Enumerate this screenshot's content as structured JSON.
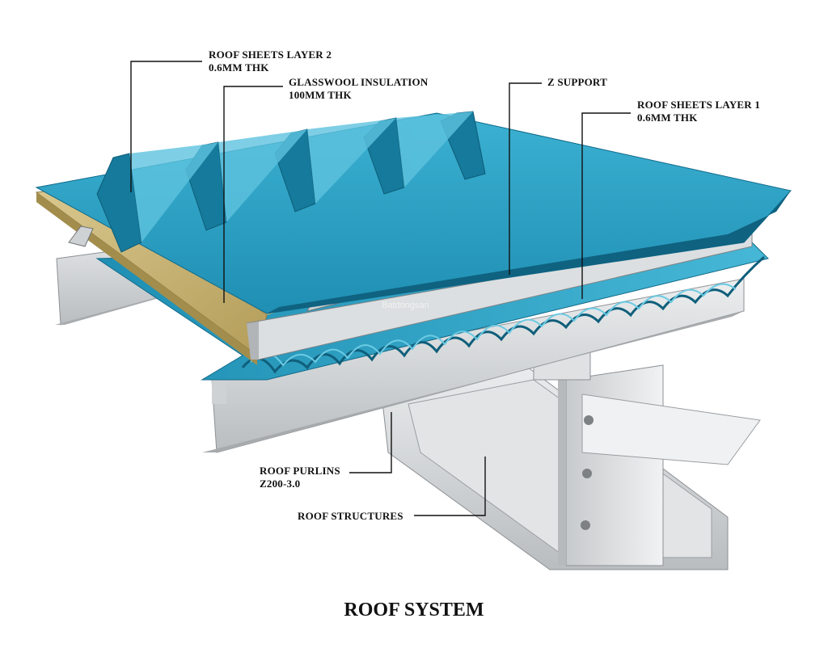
{
  "title": "ROOF SYSTEM",
  "watermark": "Batdongsan",
  "callouts": {
    "sheets_layer_2": {
      "line1": "ROOF SHEETS LAYER 2",
      "line2": "0.6MM THK"
    },
    "glasswool": {
      "line1": "GLASSWOOL INSULATION",
      "line2": "100MM THK"
    },
    "z_support": {
      "line1": "Z SUPPORT"
    },
    "sheets_layer_1": {
      "line1": "ROOF SHEETS LAYER 1",
      "line2": "0.6MM THK"
    },
    "purlins": {
      "line1": "ROOF PURLINS",
      "line2": "Z200-3.0"
    },
    "structures": {
      "line1": "ROOF STRUCTURES"
    }
  },
  "colors": {
    "sheet_top": "#2a9cc0",
    "sheet_dark": "#14708f",
    "sheet_light": "#5ec3df",
    "insulation": "#c9b477",
    "steel": "#d6d9db",
    "steel_dark": "#a9adb0",
    "leader": "#111111"
  }
}
